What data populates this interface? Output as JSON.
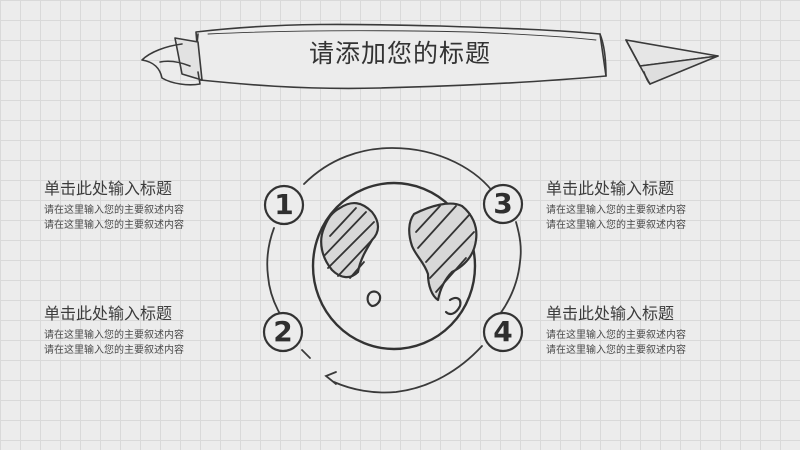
{
  "slide": {
    "title": "请添加您的标题"
  },
  "items": [
    {
      "number": "1",
      "heading": "单击此处输入标题",
      "desc1": "请在这里输入您的主要叙述内容",
      "desc2": "请在这里输入您的主要叙述内容"
    },
    {
      "number": "2",
      "heading": "单击此处输入标题",
      "desc1": "请在这里输入您的主要叙述内容",
      "desc2": "请在这里输入您的主要叙述内容"
    },
    {
      "number": "3",
      "heading": "单击此处输入标题",
      "desc1": "请在这里输入您的主要叙述内容",
      "desc2": "请在这里输入您的主要叙述内容"
    },
    {
      "number": "4",
      "heading": "单击此处输入标题",
      "desc1": "请在这里输入您的主要叙述内容",
      "desc2": "请在这里输入您的主要叙述内容"
    }
  ],
  "icons": [
    "ribbon-banner-icon",
    "paper-plane-icon",
    "globe-icon",
    "cycle-arrow-icon"
  ]
}
